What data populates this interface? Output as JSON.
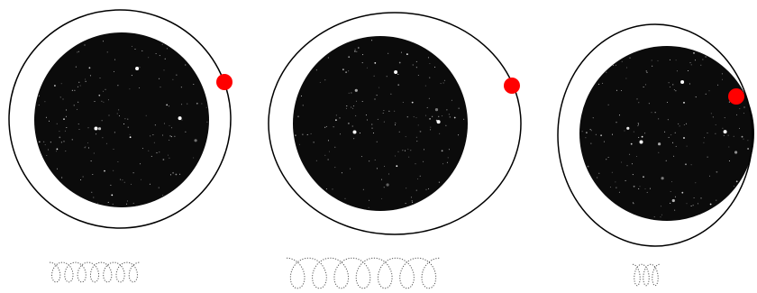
{
  "diagram": {
    "background_color": "#ffffff",
    "star_field_color": "#0b0b0b",
    "star_color": "#ffffff",
    "orbit_color": "#000000",
    "marker_color": "#ff0000",
    "trace_color": "#555555",
    "panels": [
      {
        "name": "panel-1",
        "trace_loops": 7,
        "trace_style": "tight-loops"
      },
      {
        "name": "panel-2",
        "trace_loops": 7,
        "trace_style": "wide-loops"
      },
      {
        "name": "panel-3",
        "trace_loops": 3,
        "trace_style": "tight-loops"
      }
    ]
  }
}
